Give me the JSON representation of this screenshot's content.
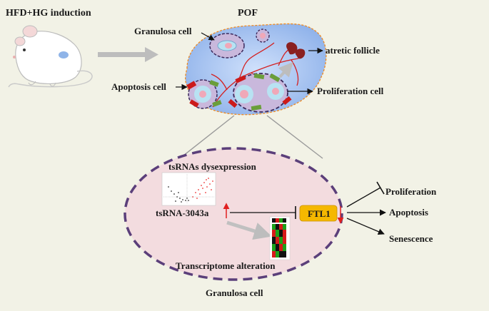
{
  "labels": {
    "induction": "HFD+HG induction",
    "pof": "POF",
    "granulosa_cell_top": "Granulosa cell",
    "atretic_follicle": "atretic follicle",
    "apoptosis_cell": "Apoptosis cell",
    "proliferation_cell": "Proliferation cell",
    "tsrnas_dysexpression": "tsRNAs dysexpression",
    "tsrna_name": "tsRNA-3043a",
    "ftl1": "FTL1",
    "transcriptome_alteration": "Transcriptome alteration",
    "granulosa_cell_bottom": "Granulosa cell"
  },
  "outcomes": [
    {
      "label": "Proliferation",
      "effect": "inhibit"
    },
    {
      "label": "Apoptosis",
      "effect": "promote"
    },
    {
      "label": "Senescence",
      "effect": "promote"
    }
  ],
  "colors": {
    "background": "#f2f2e6",
    "ellipse_fill": "#f3dcdf",
    "ellipse_border": "#5b3f7a",
    "ftl1_box": "#f5b800",
    "up_arrow": "#e02020",
    "down_arrow": "#e02020",
    "ovary_fill": "#a9c6f0",
    "blood_vessel": "#d42020"
  }
}
